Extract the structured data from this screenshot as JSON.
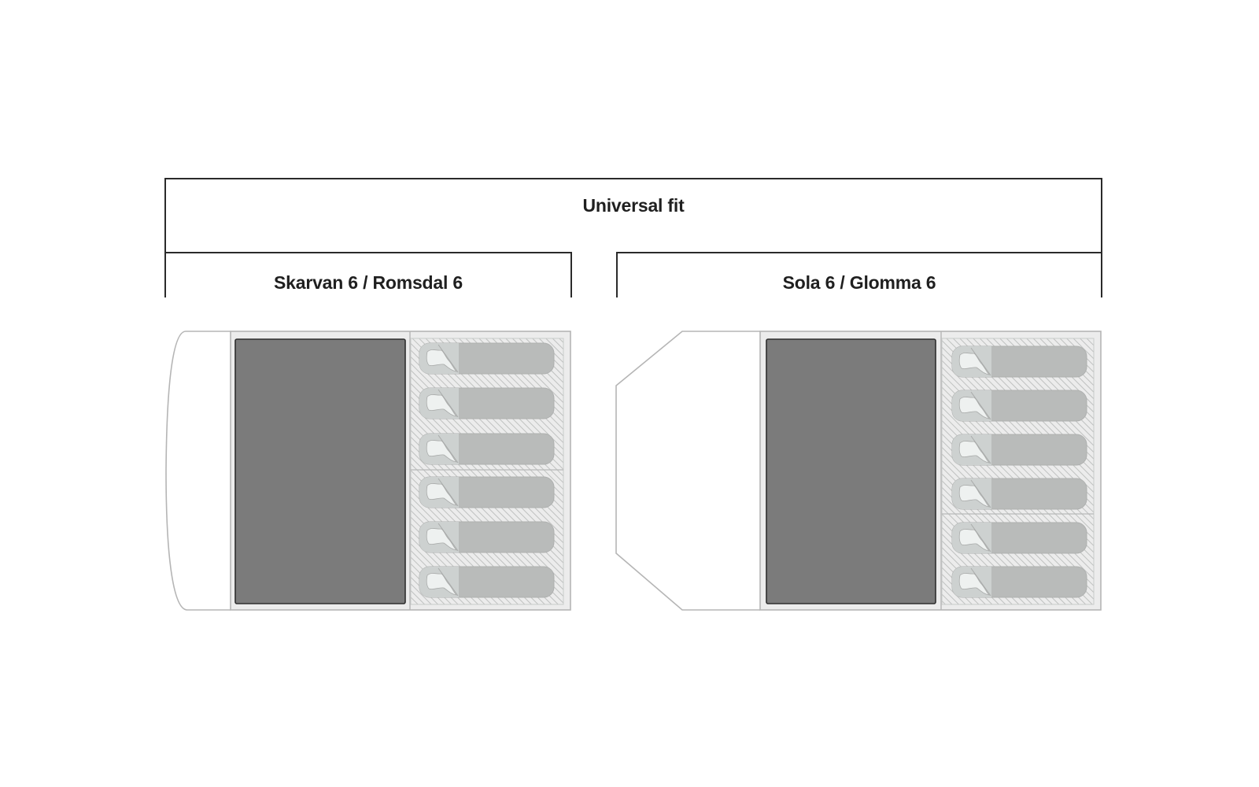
{
  "diagram": {
    "universal": {
      "label": "Universal fit"
    },
    "tents": [
      {
        "label": "Skarvan 6 / Romsdal 6",
        "vestibule_shape": "curved",
        "footprint_area": "dark",
        "sleeping_bags": 6,
        "inner_compartment_divider_after_bag": 3
      },
      {
        "label": "Sola 6 / Glomma 6",
        "vestibule_shape": "angled",
        "footprint_area": "dark",
        "sleeping_bags": 6,
        "inner_compartment_divider_after_bag": 4
      }
    ],
    "colors": {
      "bracket_line": "#2a2a2a",
      "label_text": "#1f1f1f",
      "tent_outline": "#b5b5b5",
      "floor_fill": "#ececec",
      "footprint_fill": "#7b7b7b",
      "footprint_border": "#2e2e2e",
      "sleeping_bag_fill": "#b9bbba",
      "sleeping_bag_head": "#cfd3d2",
      "hatch_line": "#c4c6c5"
    }
  }
}
